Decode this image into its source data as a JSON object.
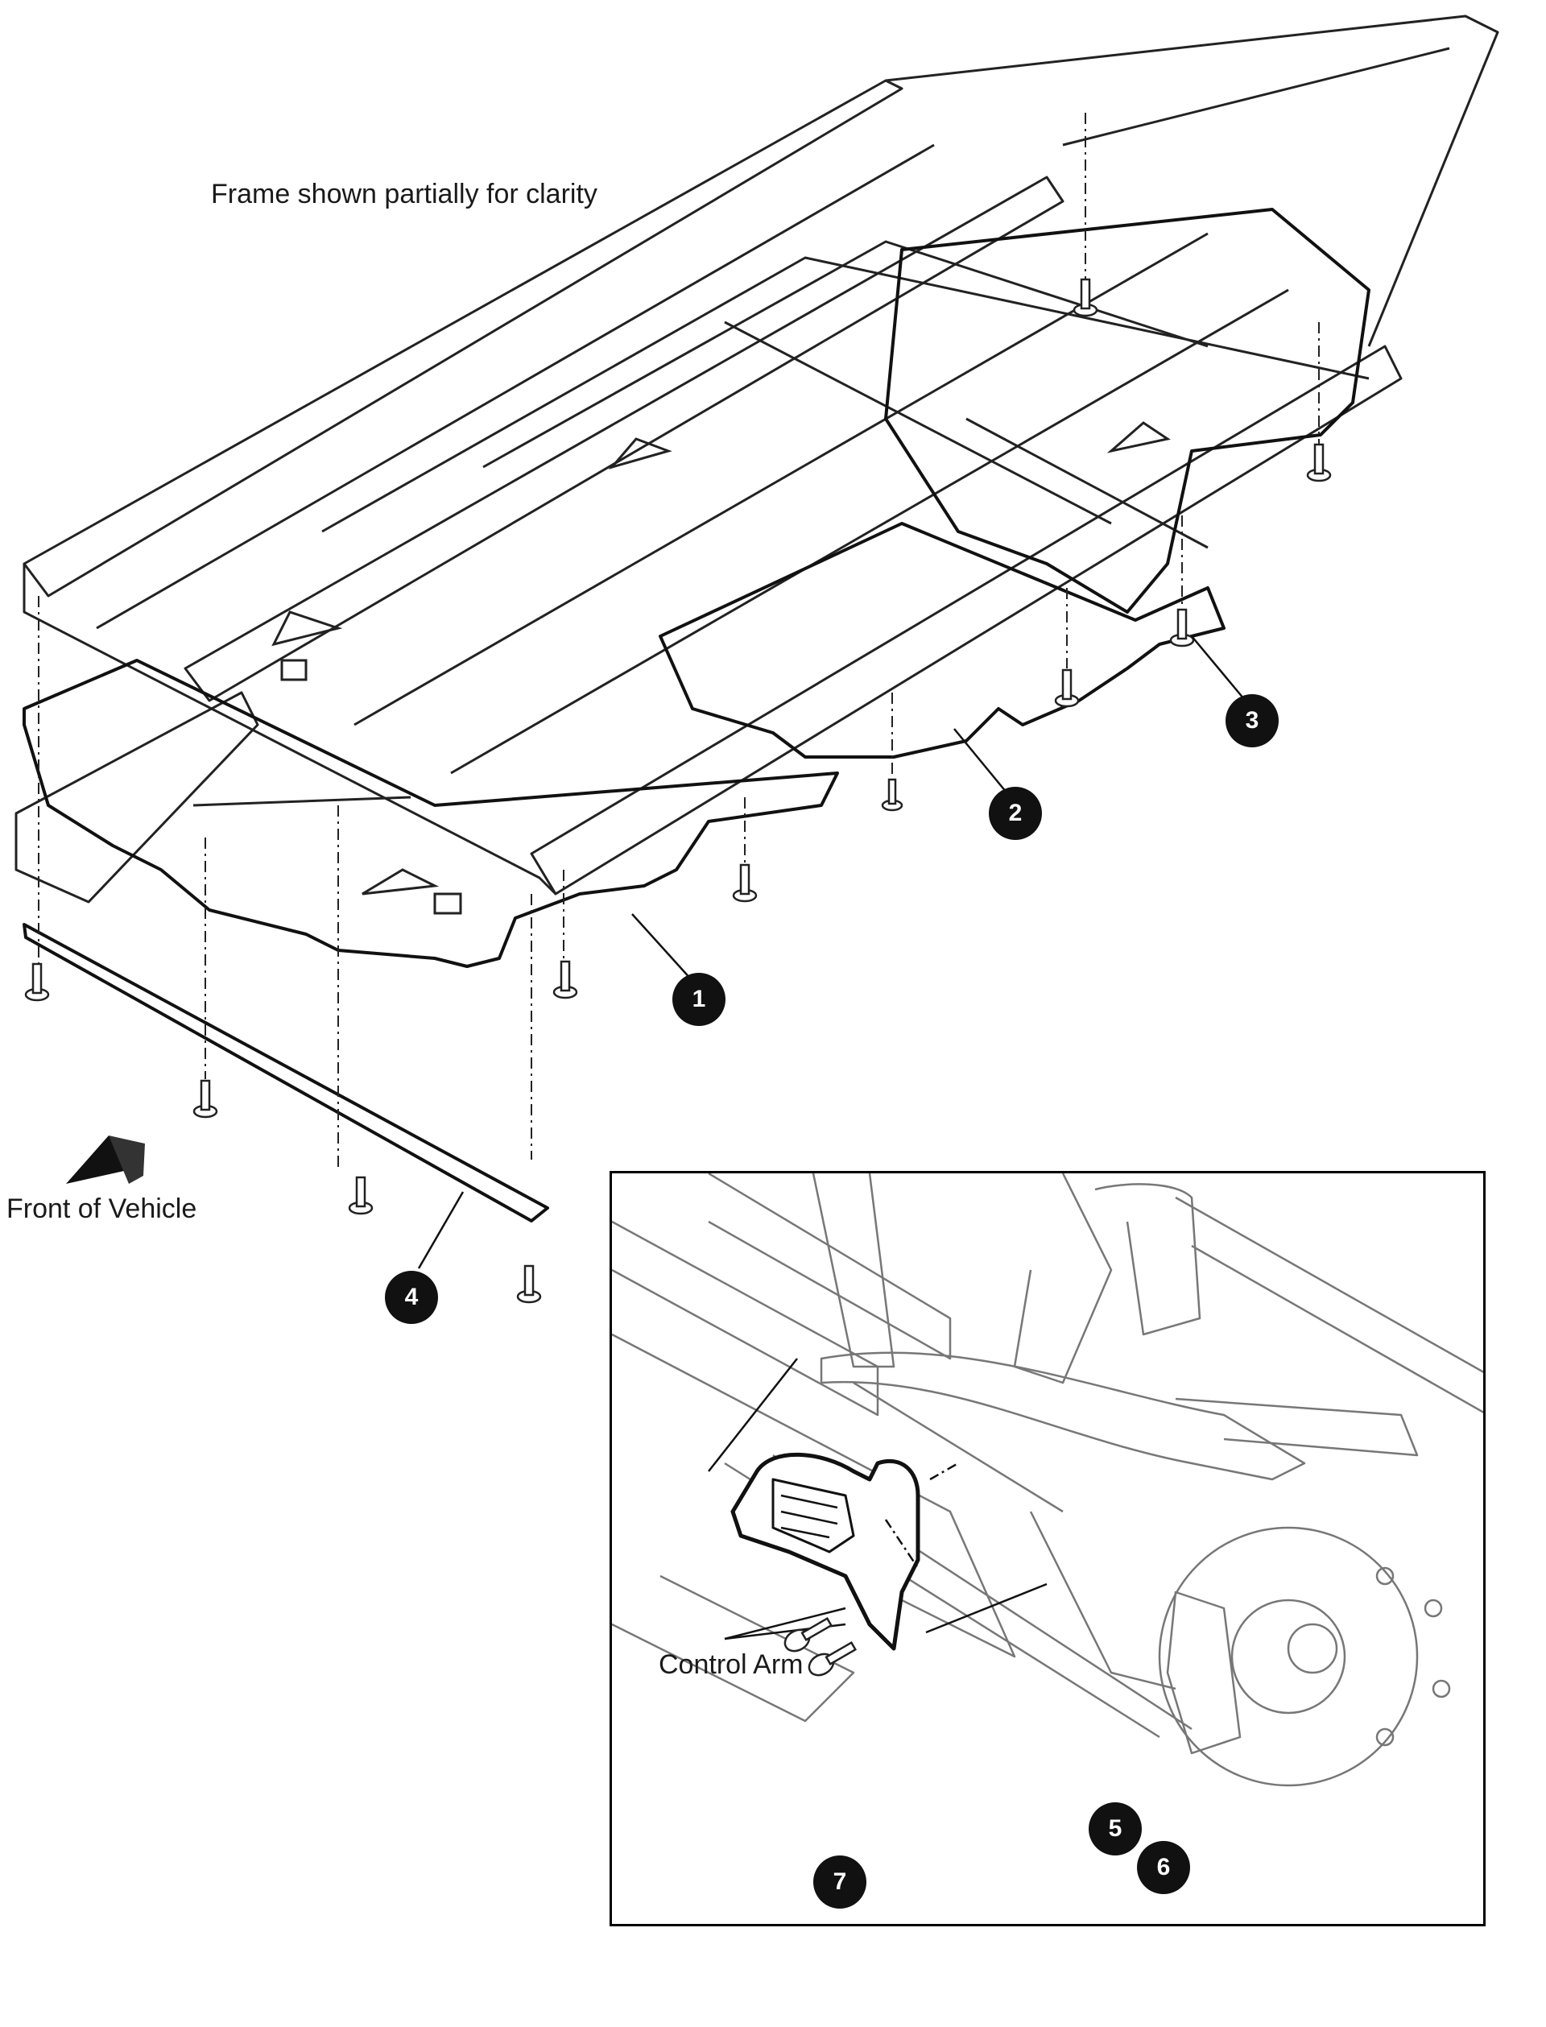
{
  "labels": {
    "frame_note": "Frame shown partially for clarity",
    "front_of_vehicle": "Front of Vehicle",
    "control_arm": "Control Arm"
  },
  "callouts": [
    "1",
    "2",
    "3",
    "4",
    "5",
    "6",
    "7"
  ],
  "colors": {
    "line": "#222222",
    "callout_fill": "#111111",
    "callout_text": "#ffffff",
    "background": "#ffffff"
  }
}
